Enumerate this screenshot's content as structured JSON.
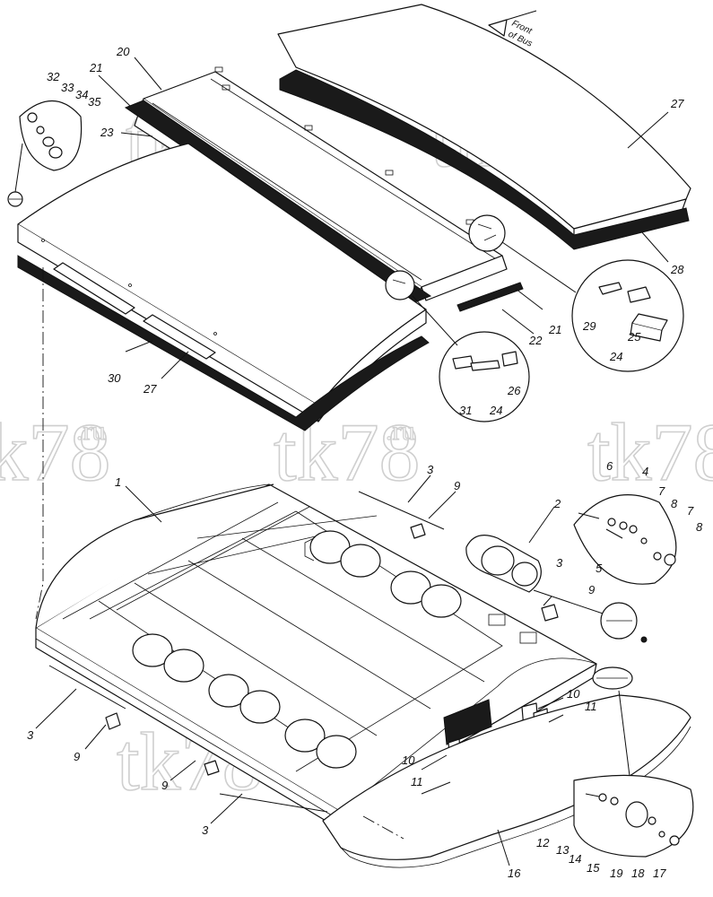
{
  "watermark": {
    "main": "tk78",
    "suffix": ".ru"
  },
  "front_label": {
    "line1": "Front",
    "line2": "of Bus"
  },
  "callouts": [
    {
      "id": "c32",
      "text": "32"
    },
    {
      "id": "c33",
      "text": "33"
    },
    {
      "id": "c34",
      "text": "34"
    },
    {
      "id": "c35",
      "text": "35"
    },
    {
      "id": "c21a",
      "text": "21"
    },
    {
      "id": "c20",
      "text": "20"
    },
    {
      "id": "c23",
      "text": "23"
    },
    {
      "id": "c27a",
      "text": "27"
    },
    {
      "id": "c28",
      "text": "28"
    },
    {
      "id": "c29",
      "text": "29"
    },
    {
      "id": "c25",
      "text": "25"
    },
    {
      "id": "c24a",
      "text": "24"
    },
    {
      "id": "c21b",
      "text": "21"
    },
    {
      "id": "c22",
      "text": "22"
    },
    {
      "id": "c31",
      "text": "31"
    },
    {
      "id": "c24b",
      "text": "24"
    },
    {
      "id": "c26",
      "text": "26"
    },
    {
      "id": "c30",
      "text": "30"
    },
    {
      "id": "c27b",
      "text": "27"
    },
    {
      "id": "c1",
      "text": "1"
    },
    {
      "id": "c3a",
      "text": "3"
    },
    {
      "id": "c9a",
      "text": "9"
    },
    {
      "id": "c2",
      "text": "2"
    },
    {
      "id": "c6",
      "text": "6"
    },
    {
      "id": "c4",
      "text": "4"
    },
    {
      "id": "c7a",
      "text": "7"
    },
    {
      "id": "c8a",
      "text": "8"
    },
    {
      "id": "c7b",
      "text": "7"
    },
    {
      "id": "c8b",
      "text": "8"
    },
    {
      "id": "c3b",
      "text": "3"
    },
    {
      "id": "c5",
      "text": "5"
    },
    {
      "id": "c9b",
      "text": "9"
    },
    {
      "id": "c10a",
      "text": "10"
    },
    {
      "id": "c11a",
      "text": "11"
    },
    {
      "id": "c10b",
      "text": "10"
    },
    {
      "id": "c11b",
      "text": "11"
    },
    {
      "id": "c3c",
      "text": "3"
    },
    {
      "id": "c9c",
      "text": "9"
    },
    {
      "id": "c9d",
      "text": "9"
    },
    {
      "id": "c3d",
      "text": "3"
    },
    {
      "id": "c12",
      "text": "12"
    },
    {
      "id": "c13",
      "text": "13"
    },
    {
      "id": "c14",
      "text": "14"
    },
    {
      "id": "c15",
      "text": "15"
    },
    {
      "id": "c19",
      "text": "19"
    },
    {
      "id": "c18",
      "text": "18"
    },
    {
      "id": "c17",
      "text": "17"
    },
    {
      "id": "c16",
      "text": "16"
    }
  ]
}
